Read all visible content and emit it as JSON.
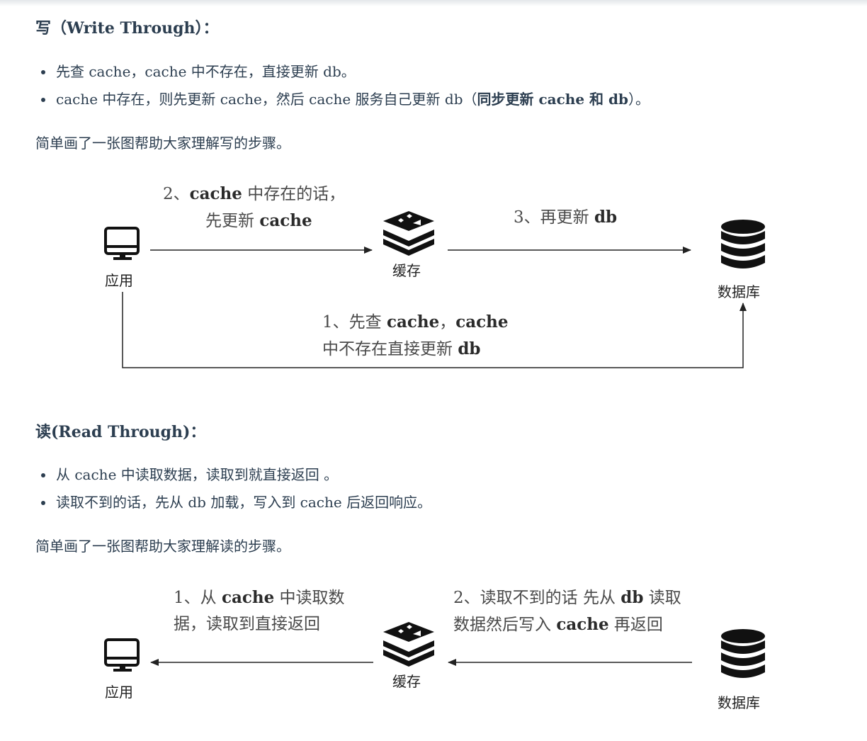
{
  "write_section": {
    "heading": "写（Write Through）：",
    "bullets": [
      {
        "text": "先查 cache，cache 中不存在，直接更新 db。"
      },
      {
        "pre": "cache 中存在，则先更新 cache，然后 cache 服务自己更新 db（",
        "strong": "同步更新 cache 和 db",
        "post": "）。"
      }
    ],
    "intro": "简单画了一张图帮助大家理解写的步骤。",
    "diagram": {
      "node_app": "应用",
      "node_cache": "缓存",
      "node_db": "数据库",
      "step2": {
        "num": "2、",
        "kw": "cache",
        "rest": " 中存在的话，",
        "line2_pre": "先更新 ",
        "line2_kw": "cache"
      },
      "step3": {
        "num": "3、再更新 ",
        "kw": "db"
      },
      "step1": {
        "num": "1、先查 ",
        "kw1": "cache",
        "sep": "，",
        "kw2": "cache",
        "line2_pre": "中不存在直接更新 ",
        "line2_kw": "db"
      }
    }
  },
  "read_section": {
    "heading": "读(Read Through)：",
    "bullets": [
      {
        "text": "从 cache 中读取数据，读取到就直接返回 。"
      },
      {
        "text": "读取不到的话，先从 db 加载，写入到 cache 后返回响应。"
      }
    ],
    "intro": "简单画了一张图帮助大家理解读的步骤。",
    "diagram": {
      "node_app": "应用",
      "node_cache": "缓存",
      "node_db": "数据库",
      "step1": {
        "num": "1、从 ",
        "kw": "cache",
        "rest": " 中读取数",
        "line2": "据，读取到直接返回"
      },
      "step2": {
        "pre": "2、读取不到的话 先从 ",
        "kw": "db",
        "rest": " 读取",
        "line2_pre": "数据然后写入 ",
        "line2_kw": "cache",
        "line2_post": " 再返回"
      }
    }
  }
}
